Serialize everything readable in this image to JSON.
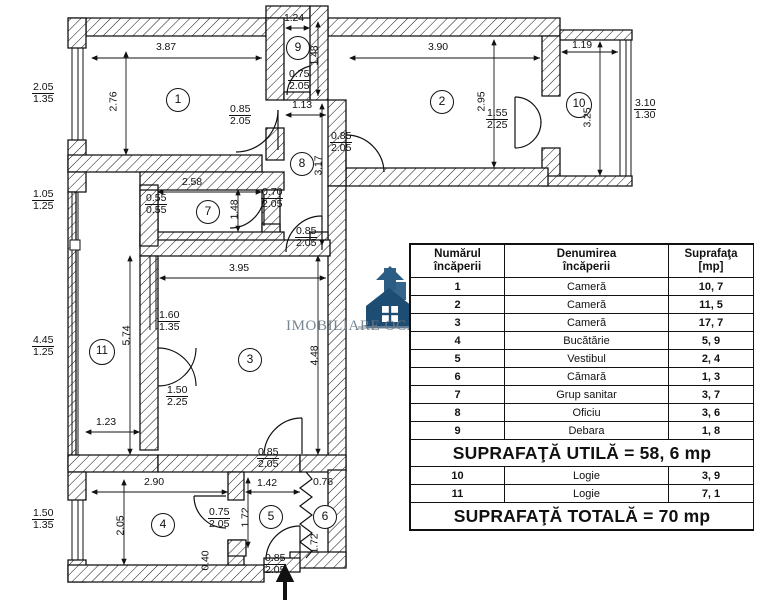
{
  "document": {
    "type": "architectural-floor-plan",
    "language": "ro",
    "entry_marker": "entrance-arrow"
  },
  "watermark": {
    "text": "IMOBILIARE OCAZII",
    "logo_icon": "house-with-arrow-icon",
    "color": "#2b5d85"
  },
  "table": {
    "headers": {
      "col1_line1": "Numărul",
      "col1_line2": "încăperii",
      "col2_line1": "Denumirea",
      "col2_line2": "încăperii",
      "col3_line1": "Suprafaţa",
      "col3_line2": "[mp]"
    },
    "rows": [
      {
        "num": "1",
        "name": "Cameră",
        "area": "10, 7"
      },
      {
        "num": "2",
        "name": "Cameră",
        "area": "11, 5"
      },
      {
        "num": "3",
        "name": "Cameră",
        "area": "17, 7"
      },
      {
        "num": "4",
        "name": "Bucătărie",
        "area": "5, 9"
      },
      {
        "num": "5",
        "name": "Vestibul",
        "area": "2, 4"
      },
      {
        "num": "6",
        "name": "Cămară",
        "area": "1, 3"
      },
      {
        "num": "7",
        "name": "Grup sanitar",
        "area": "3, 7"
      },
      {
        "num": "8",
        "name": "Oficiu",
        "area": "3, 6"
      },
      {
        "num": "9",
        "name": "Debara",
        "area": "1, 8"
      }
    ],
    "subtotal_label": "SUPRAFAŢĂ  UTILĂ = 58, 6 mp",
    "rows_after": [
      {
        "num": "10",
        "name": "Logie",
        "area": "3, 9"
      },
      {
        "num": "11",
        "name": "Logie",
        "area": "7, 1"
      }
    ],
    "total_label": "SUPRAFAŢĂ  TOTALĂ = 70 mp"
  },
  "rooms": [
    {
      "id": "1",
      "label": "1"
    },
    {
      "id": "2",
      "label": "2"
    },
    {
      "id": "3",
      "label": "3"
    },
    {
      "id": "4",
      "label": "4"
    },
    {
      "id": "5",
      "label": "5"
    },
    {
      "id": "6",
      "label": "6"
    },
    {
      "id": "7",
      "label": "7"
    },
    {
      "id": "8",
      "label": "8"
    },
    {
      "id": "9",
      "label": "9"
    },
    {
      "id": "10",
      "label": "10"
    },
    {
      "id": "11",
      "label": "11"
    }
  ],
  "dimensions": {
    "room1_width": "3.87",
    "room1_height": "2.76",
    "room2_width": "3.90",
    "room2_height": "2.95",
    "room9_width": "1.24",
    "room9_height": "1.48",
    "room10_width": "1.19",
    "room10_height": "3.25",
    "room7_width": "2.58",
    "room7_height": "1.48",
    "room8_height": "3.17",
    "corridor_113": "1.13",
    "room3_width": "3.95",
    "room3_height": "4.48",
    "room11_height": "5.74",
    "room11_bottom": "1.23",
    "room4_width": "2.90",
    "room4_height": "2.05",
    "room5_width": "1.42",
    "room5_height": "1.72",
    "room6_width": "0.76",
    "room6_height": "1.72",
    "wall_040": "0.40"
  },
  "openings": {
    "win_left_top": {
      "num": "2.05",
      "den": "1.35"
    },
    "win_left_mid": {
      "num": "1.05",
      "den": "1.25"
    },
    "win_left_low": {
      "num": "4.45",
      "den": "1.25"
    },
    "win_left_bottom": {
      "num": "1.50",
      "den": "1.35"
    },
    "win_right": {
      "num": "3.10",
      "den": "1.30"
    },
    "door_9": {
      "num": "0.75",
      "den": "2.05"
    },
    "door_1": {
      "num": "0.85",
      "den": "2.05"
    },
    "door_2": {
      "num": "0.85",
      "den": "2.05"
    },
    "door_7_small": {
      "num": "0.55",
      "den": "0.55"
    },
    "door_7": {
      "num": "0.70",
      "den": "2.05"
    },
    "door_8": {
      "num": "0.85",
      "den": "2.05"
    },
    "door_2_glass": {
      "num": "1.55",
      "den": "2.25"
    },
    "door_3_logie": {
      "num": "1.60",
      "den": "1.35"
    },
    "door_3_balcony": {
      "num": "1.50",
      "den": "2.25"
    },
    "door_3_main": {
      "num": "0.85",
      "den": "2.05"
    },
    "door_4": {
      "num": "0.75",
      "den": "2.05"
    },
    "door_entry": {
      "num": "0.85",
      "den": "2.05"
    }
  }
}
